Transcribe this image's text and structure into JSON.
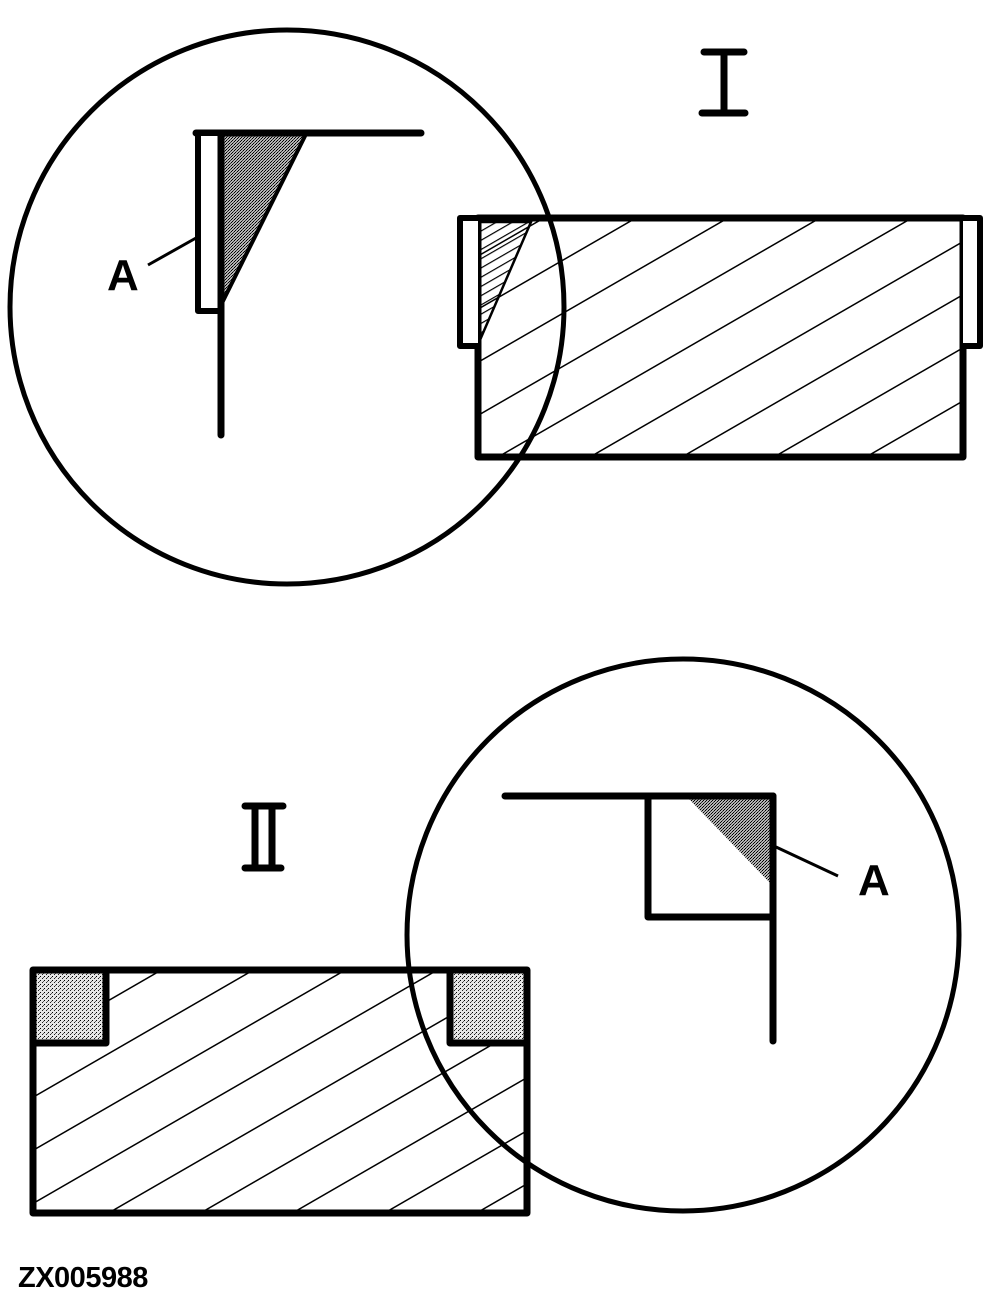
{
  "figure": {
    "figure_code": "ZX005988",
    "views": [
      {
        "id": "I",
        "roman_label": "I",
        "detail_callout_label": "A",
        "description": "Piston/bore section with seal recessed flush; detail circle shows tapered gap A"
      },
      {
        "id": "II",
        "roman_label": "II",
        "detail_callout_label": "A",
        "description": "Section with square seal grooves; detail circle shows corner chamfer A"
      }
    ],
    "colors": {
      "line": "#000000",
      "background": "#ffffff",
      "shade_dark": "#8a8a8a",
      "shade_light": "#c8c8c8"
    }
  }
}
